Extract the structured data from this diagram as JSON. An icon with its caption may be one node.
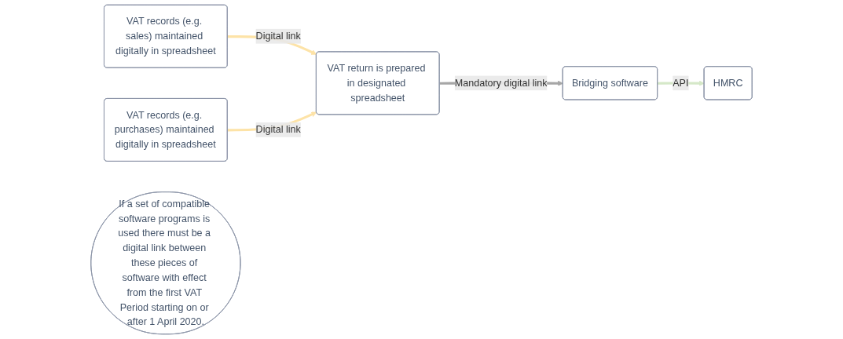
{
  "diagram": {
    "nodes": [
      {
        "text": [
          "VAT records (e.g. sales) maintained digitally in spreadsheet"
        ]
      },
      {
        "text": [
          "VAT records (e.g. purchases) maintained digitally in spreadsheet"
        ]
      },
      {
        "text": [
          "If a set of compatible software programs is used there must be a digital link between these pieces of software with effect from the first VAT Period starting on or after 1 April 2020."
        ]
      },
      {
        "text": [
          "VAT return is prepared in designated spreadsheet"
        ]
      },
      {
        "text": [
          "Bridging software"
        ]
      },
      {
        "text": [
          "HMRC"
        ]
      }
    ],
    "edges": [
      {
        "from": 0,
        "to": 3,
        "arrow": "to",
        "label": "Digital link",
        "color": "#fde3a7"
      },
      {
        "from": 1,
        "to": 3,
        "arrow": "to",
        "label": "Digital link",
        "color": "#fde3a7"
      },
      {
        "from": 3,
        "to": 4,
        "arrow": "to",
        "label": "Mandatory digital link",
        "color": "#a6a6a6"
      },
      {
        "from": 4,
        "to": 5,
        "arrow": "to",
        "label": "API",
        "color": "#d5e8c8"
      }
    ]
  }
}
